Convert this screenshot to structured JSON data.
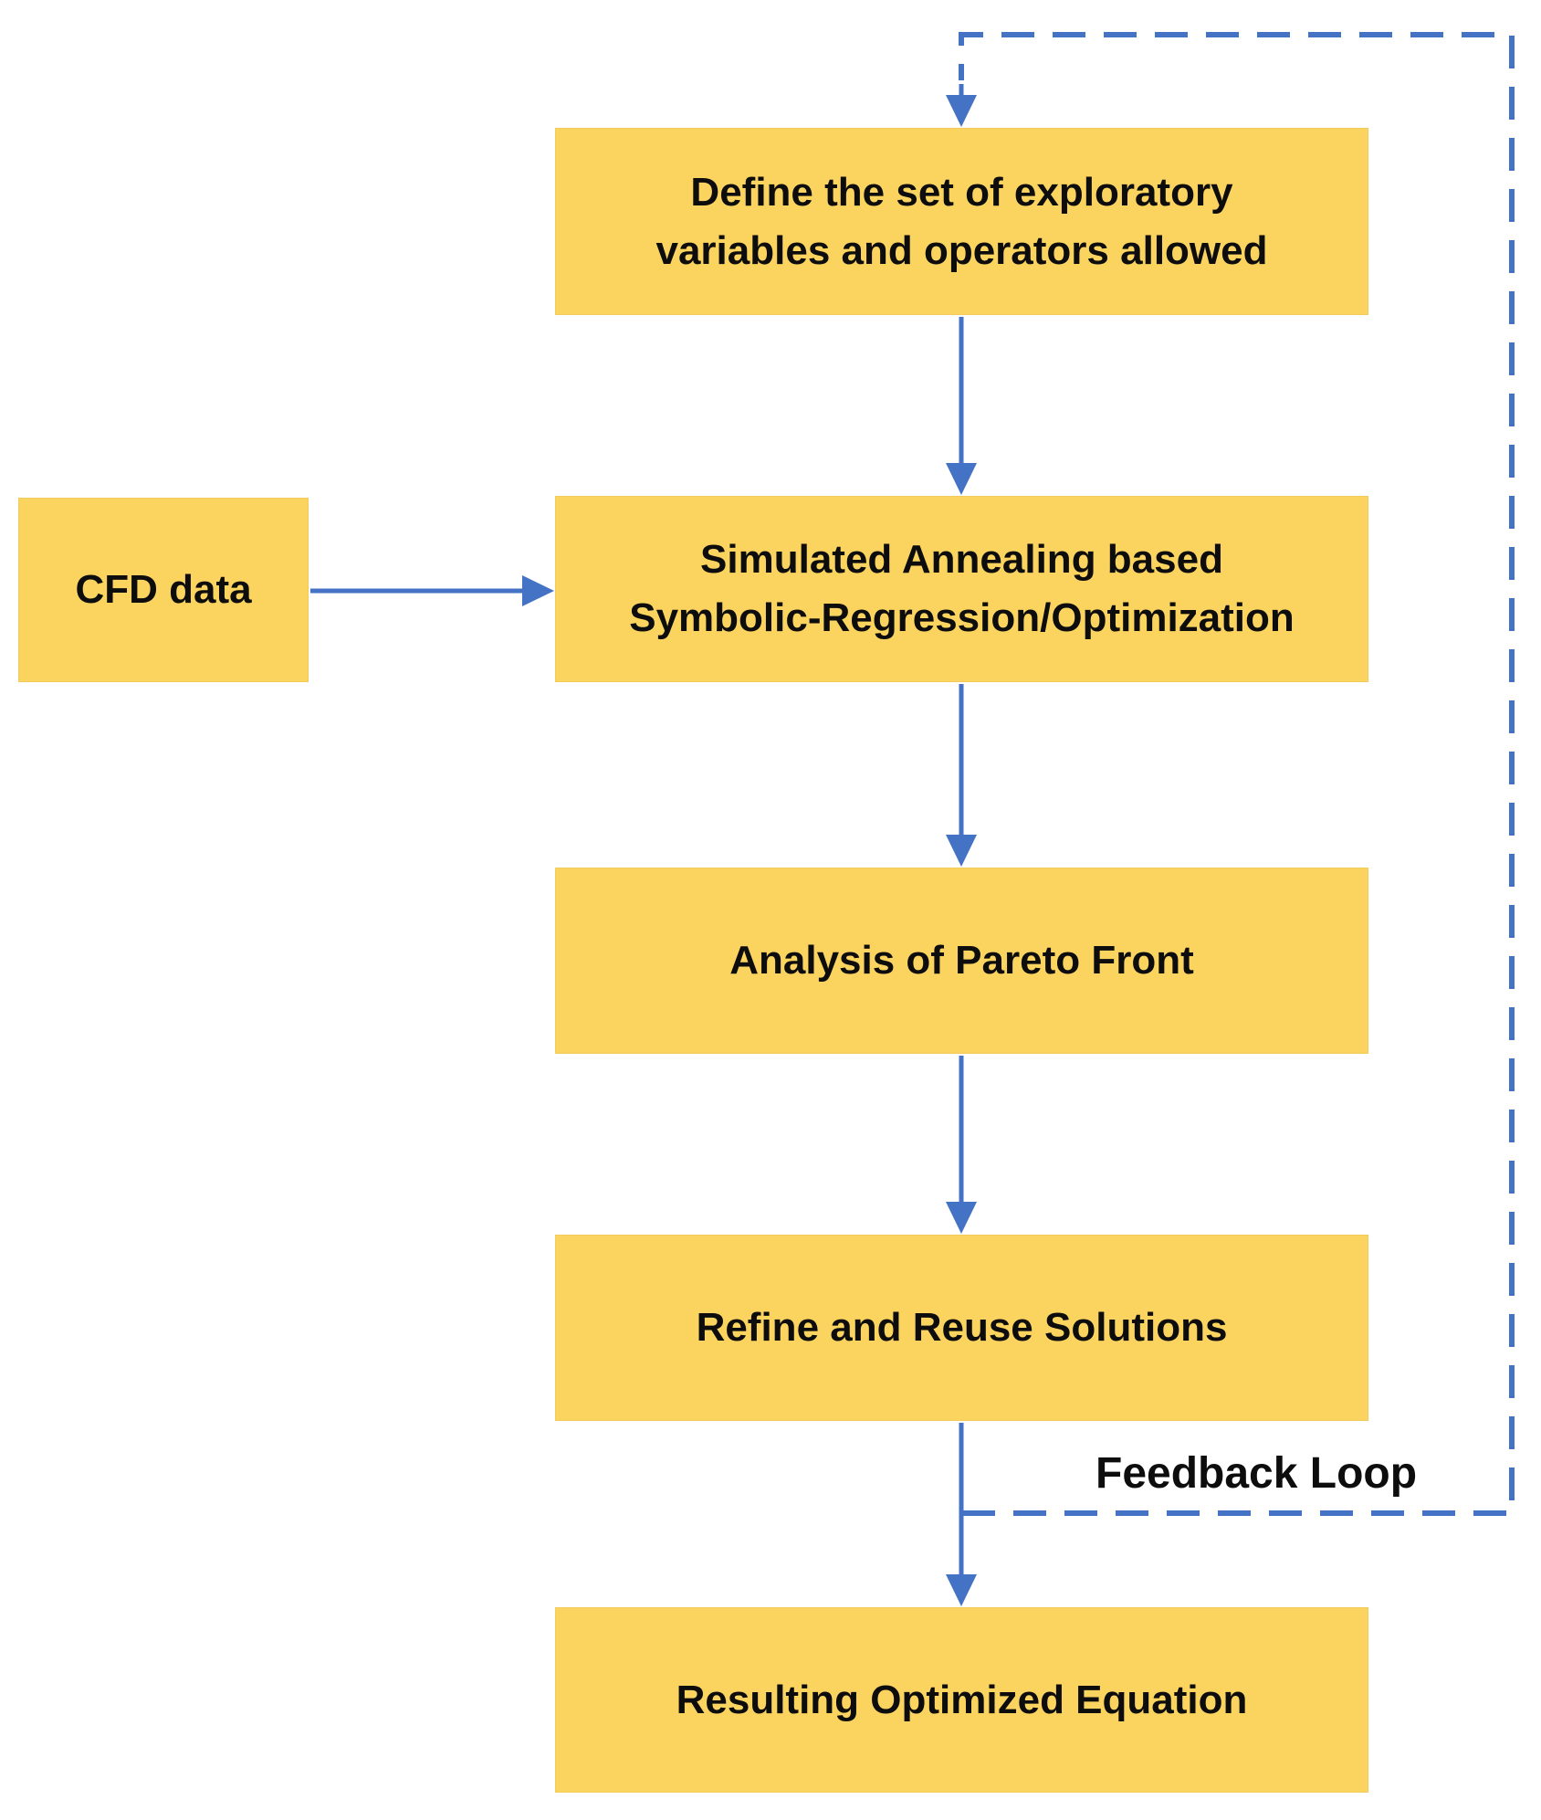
{
  "colors": {
    "accent_blue": "#4472C4",
    "box_fill": "#FBD45F",
    "text_color": "#0D0D0D"
  },
  "flowchart": {
    "nodes": {
      "define": {
        "label": "Define the set of exploratory\nvariables and operators allowed"
      },
      "cfd": {
        "label": "CFD data"
      },
      "annealing": {
        "label": "Simulated Annealing based\nSymbolic-Regression/Optimization"
      },
      "pareto": {
        "label": "Analysis of Pareto Front"
      },
      "refine": {
        "label": "Refine and Reuse Solutions"
      },
      "result": {
        "label": "Resulting Optimized Equation"
      }
    },
    "feedback_label": "Feedback Loop"
  }
}
